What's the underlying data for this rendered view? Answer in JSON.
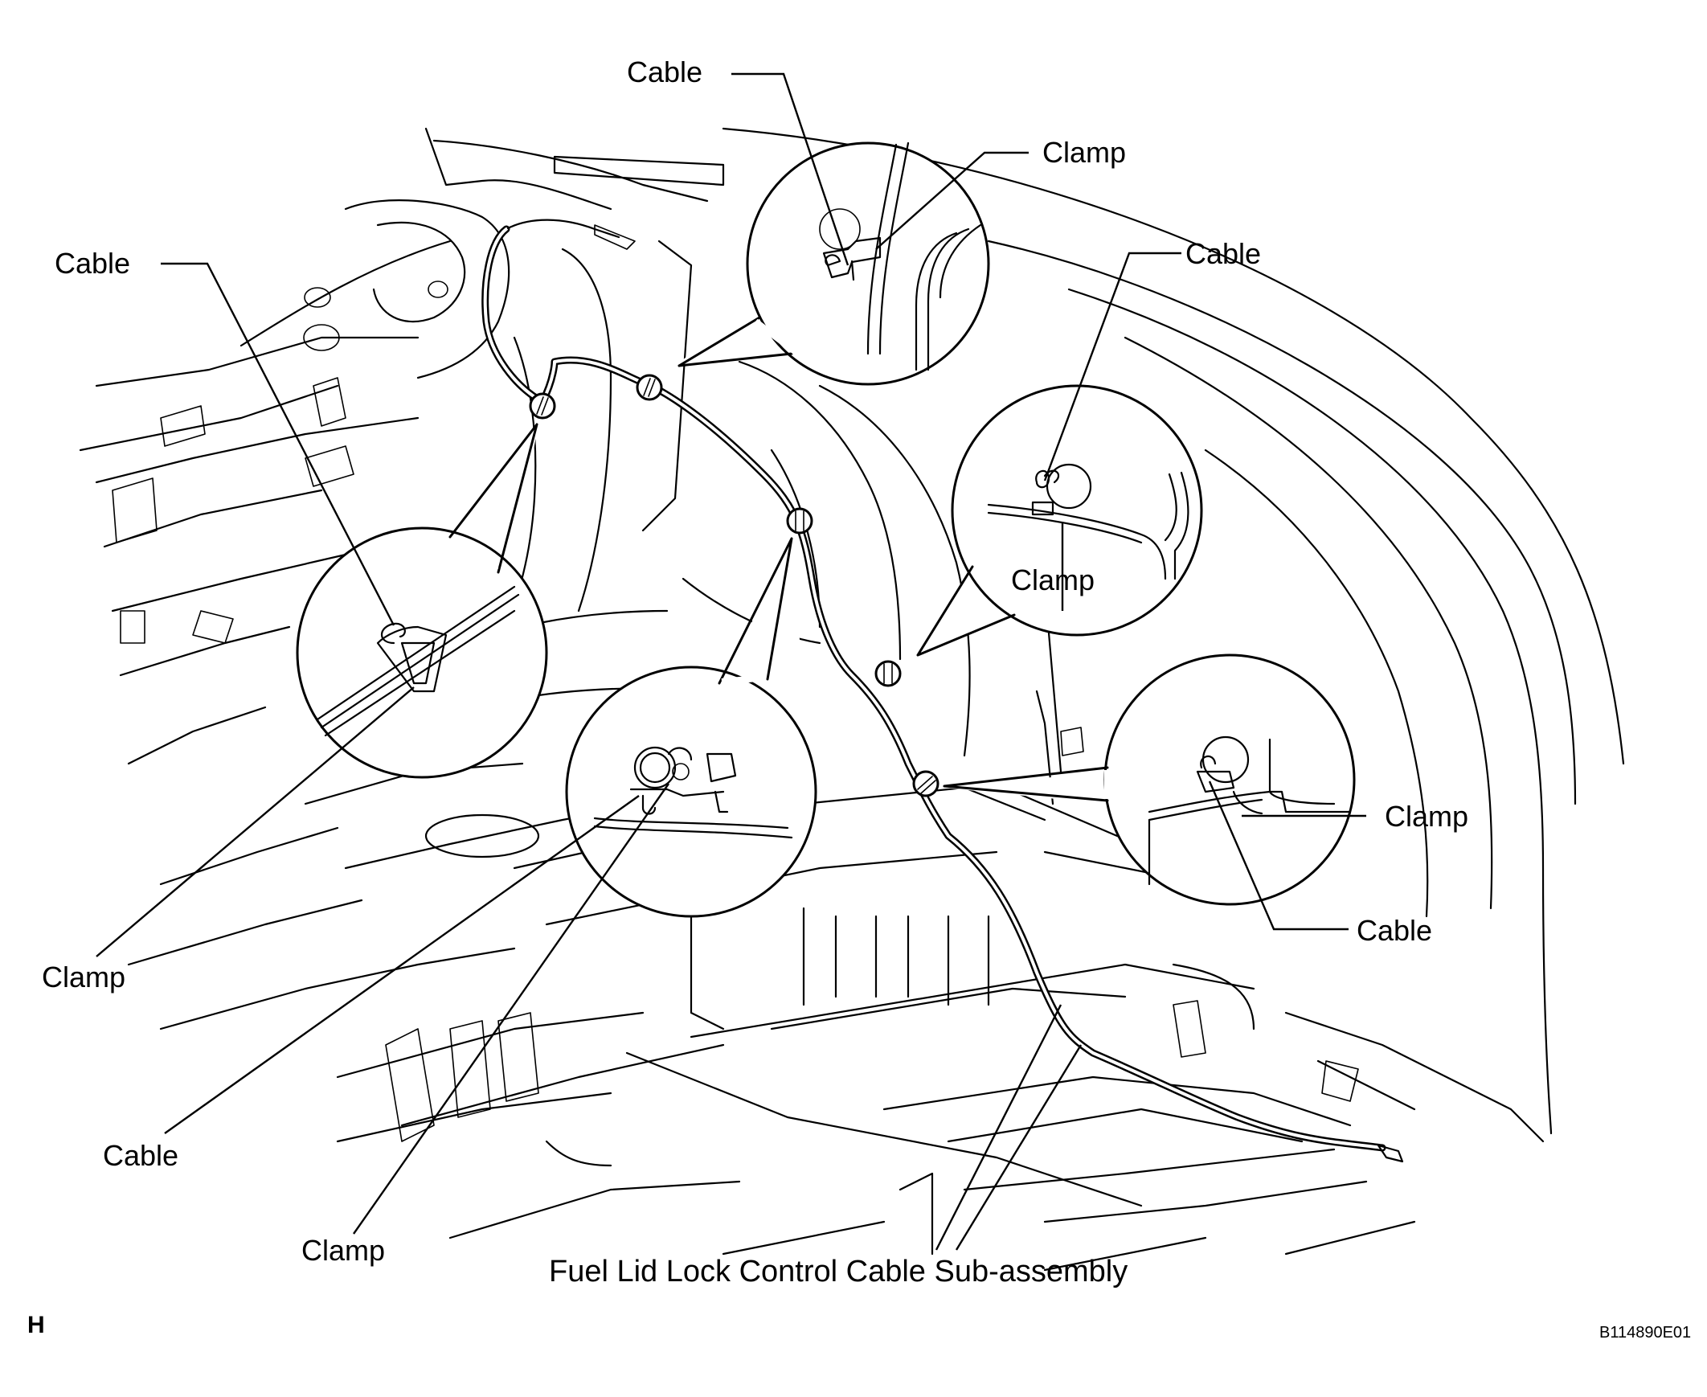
{
  "figure": {
    "labels": {
      "cable_top": "Cable",
      "clamp_top_right": "Clamp",
      "cable_left": "Cable",
      "cable_right": "Cable",
      "clamp_mid_right": "Clamp",
      "clamp_right": "Clamp",
      "cable_lower_right": "Cable",
      "clamp_left": "Clamp",
      "cable_bottom_left": "Cable",
      "clamp_bottom": "Clamp",
      "assembly": "Fuel Lid Lock Control Cable Sub-assembly"
    },
    "view_code": "H",
    "figure_id": "B114890E01"
  }
}
